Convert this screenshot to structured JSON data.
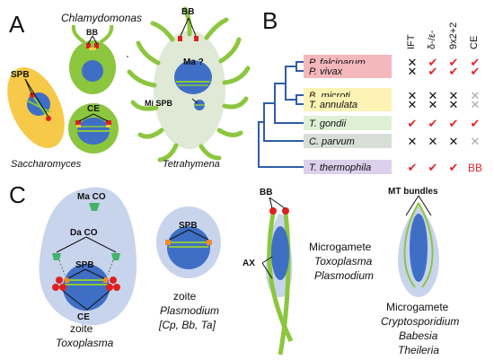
{
  "panels": {
    "a": "A",
    "b": "B",
    "c": "C"
  },
  "panel_a": {
    "chlamydomonas": "Chlamydomonas",
    "saccharomyces": "Saccharomyces",
    "tetrahymena": "Tetrahymena",
    "bb_chlamy": "BB",
    "ce_chlamy": "CE",
    "spb_yeast": "SPB",
    "bb_tetra": "BB",
    "ma_tetra": "Ma ?",
    "mi_spb": "Mi SPB"
  },
  "panel_b": {
    "columns": [
      "IFT",
      "δ-/ε-",
      "9x2+2",
      "CE"
    ],
    "rows": [
      {
        "name": "P. falciparum",
        "color": "#f4b8bc",
        "marks": [
          "x",
          "check",
          "check",
          "check"
        ]
      },
      {
        "name": "P. vivax",
        "color": "#f4b8bc",
        "marks": [
          "x",
          "check",
          "check",
          "check"
        ]
      },
      {
        "name": "B. microti",
        "color": "#fdf3b4",
        "marks": [
          "x",
          "x",
          "x",
          "x-gray"
        ]
      },
      {
        "name": "T. annulata",
        "color": "#fdf3b4",
        "marks": [
          "x",
          "x",
          "x",
          "x-gray"
        ]
      },
      {
        "name": "T. gondii",
        "color": "#dff0d6",
        "marks": [
          "check",
          "check",
          "check",
          "check"
        ]
      },
      {
        "name": "C. parvum",
        "color": "#d8ddd8",
        "marks": [
          "x",
          "x",
          "x",
          "x-gray"
        ]
      },
      {
        "name": "T. thermophila",
        "color": "#dcd0ec",
        "marks": [
          "check",
          "check",
          "check",
          "BB"
        ]
      }
    ]
  },
  "panel_c": {
    "ma_co": "Ma CO",
    "da_co": "Da CO",
    "spb_toxo": "SPB",
    "ce_toxo": "CE",
    "zoite_toxo": "zoite",
    "toxoplasma": "Toxoplasma",
    "spb_plas": "SPB",
    "zoite_plas": "zoite",
    "plasmodium": "Plasmodium",
    "plas_species": "[Cp, Bb, Ta]",
    "bb_micro": "BB",
    "ax": "AX",
    "microgamete1": "Microgamete",
    "microgamete1_sp1": "Toxoplasma",
    "microgamete1_sp2": "Plasmodium",
    "mt_bundles": "MT bundles",
    "microgamete2": "Microgamete",
    "microgamete2_sp1": "Cryptosporidium",
    "microgamete2_sp2": "Babesia",
    "microgamete2_sp3": "Theileria"
  },
  "colors": {
    "cell_green": "#8cc63f",
    "nucleus_blue": "#3f6fc4",
    "yeast_yellow": "#f7c948",
    "light_blue": "#c8d4ec",
    "check_red": "#e5252a",
    "tree_blue": "#2f5da8",
    "bb_red": "#e02020"
  }
}
